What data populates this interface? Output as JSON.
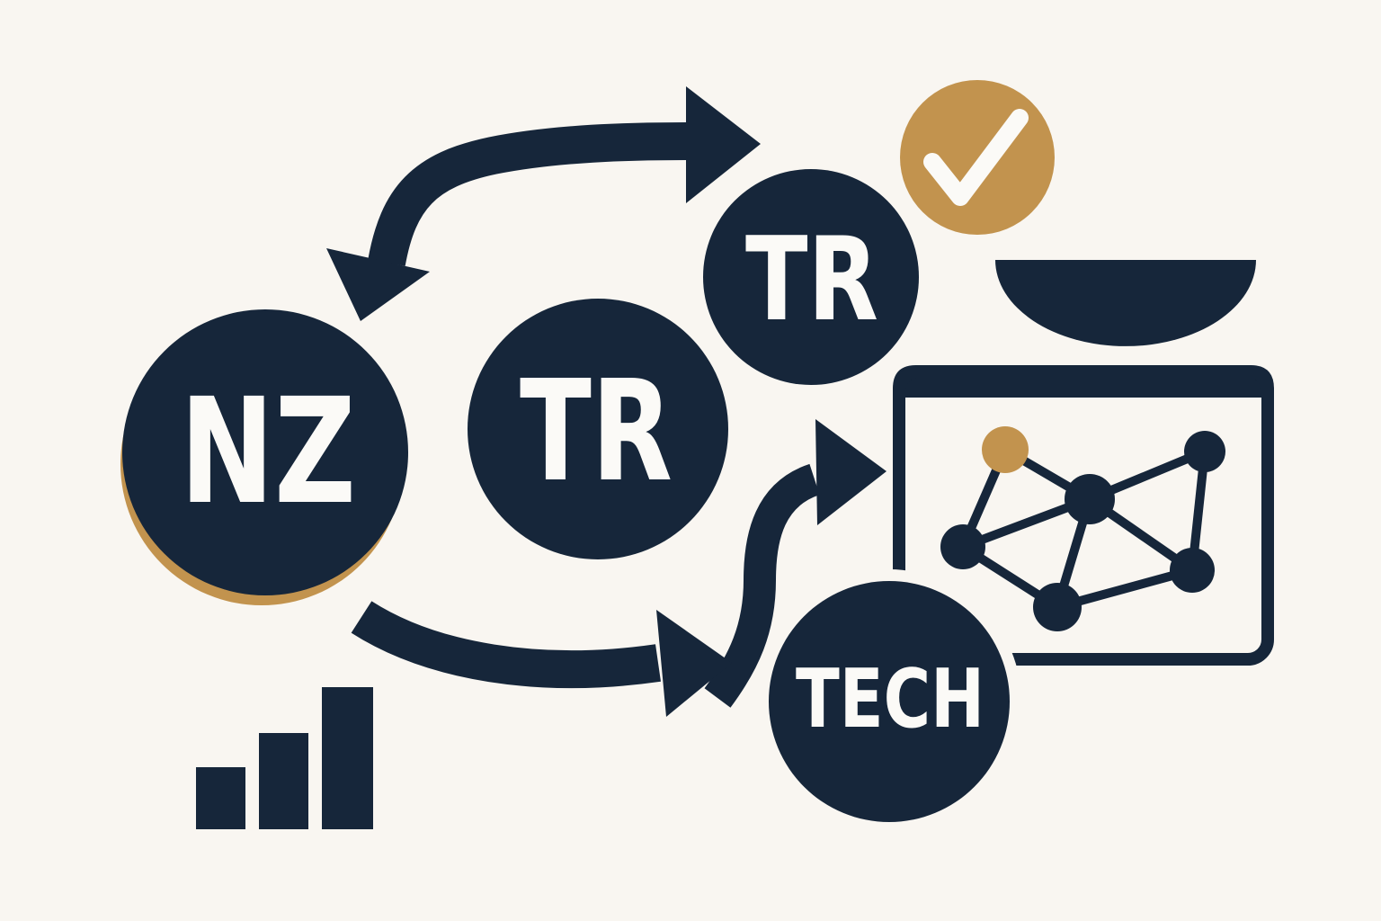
{
  "colors": {
    "background": "#f9f6f1",
    "navy": "#16263a",
    "gold": "#c2934e",
    "white": "#fbfaf7"
  },
  "labels": {
    "nz": "NZ",
    "tr_center": "TR",
    "tr_top": "TR",
    "tech": "TECH"
  },
  "icons": {
    "cycle_arrow_top": "curved-double-head-arrow",
    "cycle_arrow_bottom": "curved-arrow-right",
    "s_arrow": "s-curve-arrow-right",
    "check": "check-circle",
    "bowl": "half-ellipse-bowl",
    "panel": "network-graph-panel",
    "network": "network-graph-6-nodes-9-edges",
    "bar_chart": "ascending-bar-chart-3-bars"
  }
}
